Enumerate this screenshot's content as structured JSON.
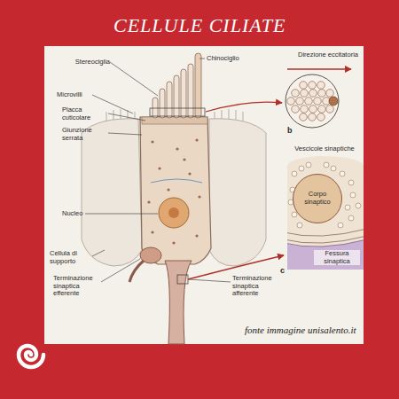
{
  "diagram": {
    "title": "CELLULE CILIATE",
    "caption": "fonte immagine unisalento.it",
    "nodes": [
      {
        "text": [
          "Corpo sinaptico"
        ]
      }
    ],
    "labels": [
      "Stereociglia",
      "Chinociglio",
      "Microvilli",
      "Placca cuticolare",
      "Giunzione serrata",
      "Nucleo",
      "Cellula di supporto",
      "Terminazione sinaptica efferente",
      "Terminazione sinaptica afferente",
      "Direzione eccitatoria",
      "b",
      "Vescicole sinaptiche",
      "Fessura sinaptica",
      "c"
    ]
  }
}
